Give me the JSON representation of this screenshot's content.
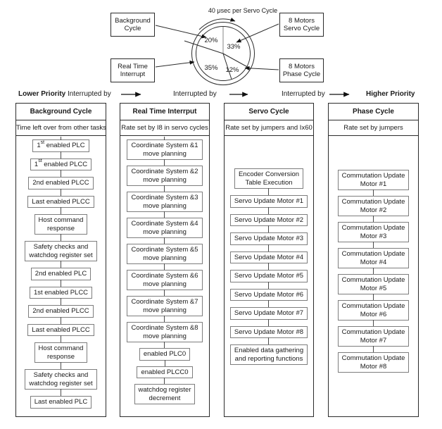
{
  "top": {
    "cycle_label": "40 μsec per Servo Cycle",
    "boxes": {
      "background": "Background Cycle",
      "servo": "8 Motors Servo Cycle",
      "realtime": "Real Time Interrupt",
      "phase": "8 Motors Phase Cycle"
    },
    "pie": {
      "type": "pie",
      "segments": [
        {
          "label": "33%",
          "value": 33,
          "assigned_to": "8 Motors Servo Cycle"
        },
        {
          "label": "12%",
          "value": 12,
          "assigned_to": "8 Motors Phase Cycle"
        },
        {
          "label": "35%",
          "value": 35,
          "assigned_to": "Real Time Interrupt"
        },
        {
          "label": "20%",
          "value": 20,
          "assigned_to": "Background Cycle"
        }
      ]
    }
  },
  "priority": {
    "lower": "Lower Priority",
    "interrupted": "Interrupted by",
    "higher": "Higher Priority"
  },
  "columns": [
    {
      "title": "Background Cycle",
      "subtitle": "Time left over from other tasks",
      "boxes": [
        {
          "lines": [
            "1st enabled PLC"
          ],
          "sup": true
        },
        {
          "lines": [
            "1st enabled PLCC"
          ],
          "sup": true
        },
        {
          "lines": [
            "2nd enabled PLCC"
          ]
        },
        {
          "lines": [
            "Last enabled PLCC"
          ]
        },
        {
          "lines": [
            "Host command",
            "response"
          ]
        },
        {
          "lines": [
            "Safety checks and",
            "watchdog register set"
          ]
        },
        {
          "lines": [
            "2nd enabled PLC"
          ]
        },
        {
          "lines": [
            "1st enabled PLCC"
          ]
        },
        {
          "lines": [
            "2nd enabled PLCC"
          ]
        },
        {
          "lines": [
            "Last enabled PLCC"
          ]
        },
        {
          "lines": [
            "Host command",
            "response"
          ]
        },
        {
          "lines": [
            "Safety checks and",
            "watchdog register set"
          ]
        },
        {
          "lines": [
            "Last enabled PLC"
          ]
        }
      ]
    },
    {
      "title": "Real Time Interrput",
      "subtitle": "Rate set by I8 in servo cycles",
      "boxes": [
        {
          "lines": [
            "Coordinate System &1",
            "move planning"
          ]
        },
        {
          "lines": [
            "Coordinate System &2",
            "move planning"
          ]
        },
        {
          "lines": [
            "Coordinate System &3",
            "move planning"
          ]
        },
        {
          "lines": [
            "Coordinate System &4",
            "move planning"
          ]
        },
        {
          "lines": [
            "Coordinate System &5",
            "move planning"
          ]
        },
        {
          "lines": [
            "Coordinate System &6",
            "move planning"
          ]
        },
        {
          "lines": [
            "Coordinate System &7",
            "move planning"
          ]
        },
        {
          "lines": [
            "Coordinate System &8",
            "move planning"
          ]
        },
        {
          "lines": [
            "enabled PLC0"
          ]
        },
        {
          "lines": [
            "enabled PLCC0"
          ]
        },
        {
          "lines": [
            "watchdog register",
            "decrement"
          ]
        }
      ]
    },
    {
      "title": "Servo Cycle",
      "subtitle": "Rate set by jumpers and Ix60",
      "boxes": [
        {
          "lines": [
            "Encoder Conversion",
            "Table Execution"
          ]
        },
        {
          "lines": [
            "Servo Update Motor #1"
          ]
        },
        {
          "lines": [
            "Servo Update Motor #2"
          ]
        },
        {
          "lines": [
            "Servo Update Motor #3"
          ]
        },
        {
          "lines": [
            "Servo Update Motor #4"
          ]
        },
        {
          "lines": [
            "Servo Update Motor #5"
          ]
        },
        {
          "lines": [
            "Servo Update Motor #6"
          ]
        },
        {
          "lines": [
            "Servo Update Motor #7"
          ]
        },
        {
          "lines": [
            "Servo Update Motor #8"
          ]
        },
        {
          "lines": [
            "Enabled data gathering",
            "and reporting functions"
          ]
        }
      ]
    },
    {
      "title": "Phase Cycle",
      "subtitle": "Rate set by jumpers",
      "boxes": [
        {
          "lines": [
            "Commutation Update",
            "Motor #1"
          ]
        },
        {
          "lines": [
            "Commutation Update",
            "Motor #2"
          ]
        },
        {
          "lines": [
            "Commutation Update",
            "Motor #3"
          ]
        },
        {
          "lines": [
            "Commutation Update",
            "Motor #4"
          ]
        },
        {
          "lines": [
            "Commutation Update",
            "Motor #5"
          ]
        },
        {
          "lines": [
            "Commutation Update",
            "Motor #6"
          ]
        },
        {
          "lines": [
            "Commutation Update",
            "Motor #7"
          ]
        },
        {
          "lines": [
            "Commutation Update",
            "Motor #8"
          ]
        }
      ]
    }
  ]
}
